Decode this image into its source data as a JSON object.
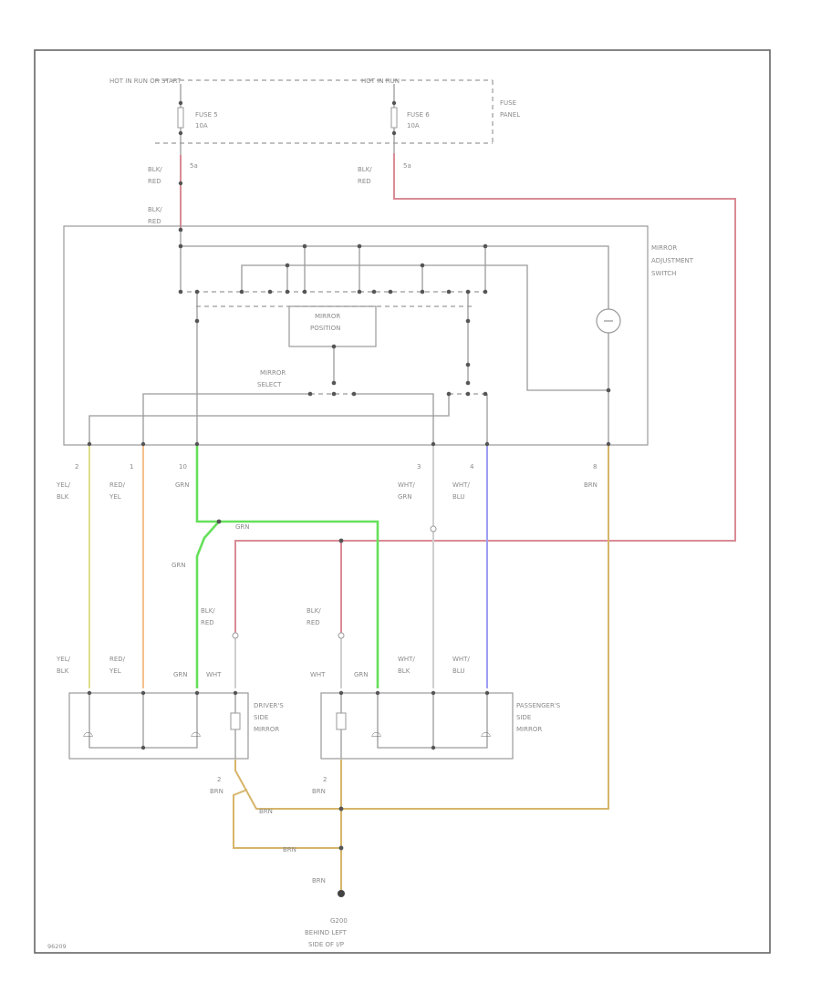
{
  "colors": {
    "red": "#d98b95",
    "green": "#66e05a",
    "yellow": "#dede8a",
    "orange": "#f7bf8c",
    "blue": "#9e9ef2",
    "white": "#cfcfcf",
    "brown": "#d6b56a",
    "gray": "#9a9a9a"
  },
  "labels": {
    "hot_run_start": "HOT IN RUN OR START",
    "hot_in_run": "HOT IN RUN",
    "fuse_panel_1": "FUSE",
    "fuse_panel_2": "PANEL",
    "fuse5_name": "FUSE 5",
    "fuse5_amp": "10A",
    "fuse6_name": "FUSE 6",
    "fuse6_amp": "10A",
    "fuse5_term": "5a",
    "fuse6_term": "5a",
    "blk_red": "BLK/",
    "red": "RED",
    "switch_1": "MIRROR",
    "switch_2": "ADJUSTMENT",
    "switch_3": "SWITCH",
    "mirror_position_1": "MIRROR",
    "mirror_position_2": "POSITION",
    "mirror_select_1": "MIRROR",
    "mirror_select_2": "SELECT",
    "pin_2": "2",
    "pin_1": "1",
    "pin_10": "10",
    "pin_3": "3",
    "pin_4": "4",
    "pin_8": "8",
    "yel": "YEL/",
    "blk": "BLK",
    "red_slash": "RED/",
    "yel_plain": "YEL",
    "grn": "GRN",
    "wht": "WHT",
    "wht_slash": "WHT/",
    "blu": "BLU",
    "brn": "BRN",
    "drivers_1": "DRIVER'S",
    "drivers_2": "SIDE",
    "drivers_3": "MIRROR",
    "pass_1": "PASSENGER'S",
    "pass_2": "SIDE",
    "pass_3": "MIRROR",
    "ground_name": "G200",
    "ground_1": "BEHIND LEFT",
    "ground_2": "SIDE OF I/P",
    "fig_id": "96209"
  }
}
